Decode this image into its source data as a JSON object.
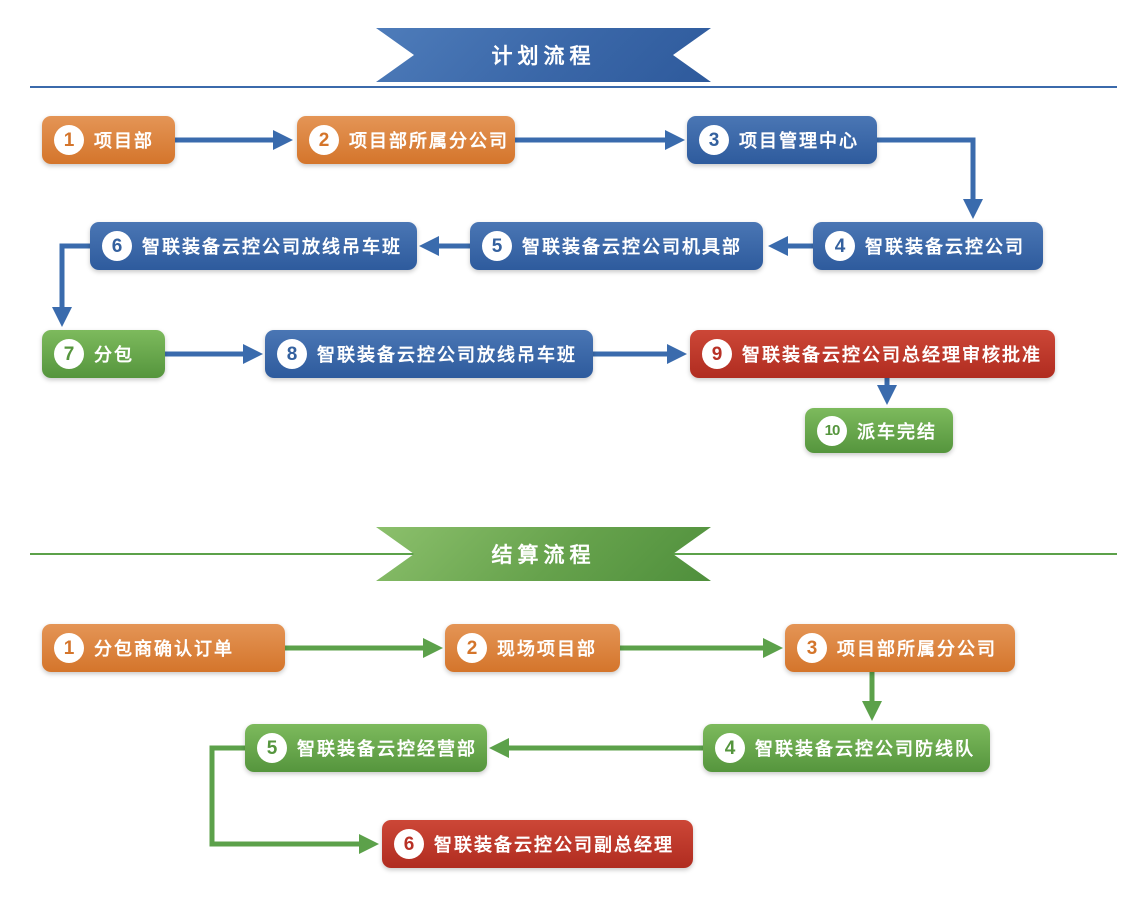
{
  "palette": {
    "orange_box": "#d4752b",
    "blue_box": "#34619f",
    "green_box": "#55953d",
    "red_box": "#b83126",
    "arrow_blue": "#3a6bad",
    "arrow_green": "#5ca14a"
  },
  "sections": [
    {
      "banner": "计划流程",
      "steps": [
        {
          "number": "1",
          "label": "项目部",
          "color": "orange"
        },
        {
          "number": "2",
          "label": "项目部所属分公司",
          "color": "orange"
        },
        {
          "number": "3",
          "label": "项目管理中心",
          "color": "blue"
        },
        {
          "number": "4",
          "label": "智联装备云控公司",
          "color": "blue"
        },
        {
          "number": "5",
          "label": "智联装备云控公司机具部",
          "color": "blue"
        },
        {
          "number": "6",
          "label": "智联装备云控公司放线吊车班",
          "color": "blue"
        },
        {
          "number": "7",
          "label": "分包",
          "color": "green"
        },
        {
          "number": "8",
          "label": "智联装备云控公司放线吊车班",
          "color": "blue"
        },
        {
          "number": "9",
          "label": "智联装备云控公司总经理审核批准",
          "color": "red"
        },
        {
          "number": "10",
          "label": "派车完结",
          "color": "green"
        }
      ]
    },
    {
      "banner": "结算流程",
      "steps": [
        {
          "number": "1",
          "label": "分包商确认订单",
          "color": "orange"
        },
        {
          "number": "2",
          "label": "现场项目部",
          "color": "orange"
        },
        {
          "number": "3",
          "label": "项目部所属分公司",
          "color": "orange"
        },
        {
          "number": "4",
          "label": "智联装备云控公司防线队",
          "color": "green"
        },
        {
          "number": "5",
          "label": "智联装备云控经营部",
          "color": "green"
        },
        {
          "number": "6",
          "label": "智联装备云控公司副总经理",
          "color": "red"
        }
      ]
    }
  ]
}
